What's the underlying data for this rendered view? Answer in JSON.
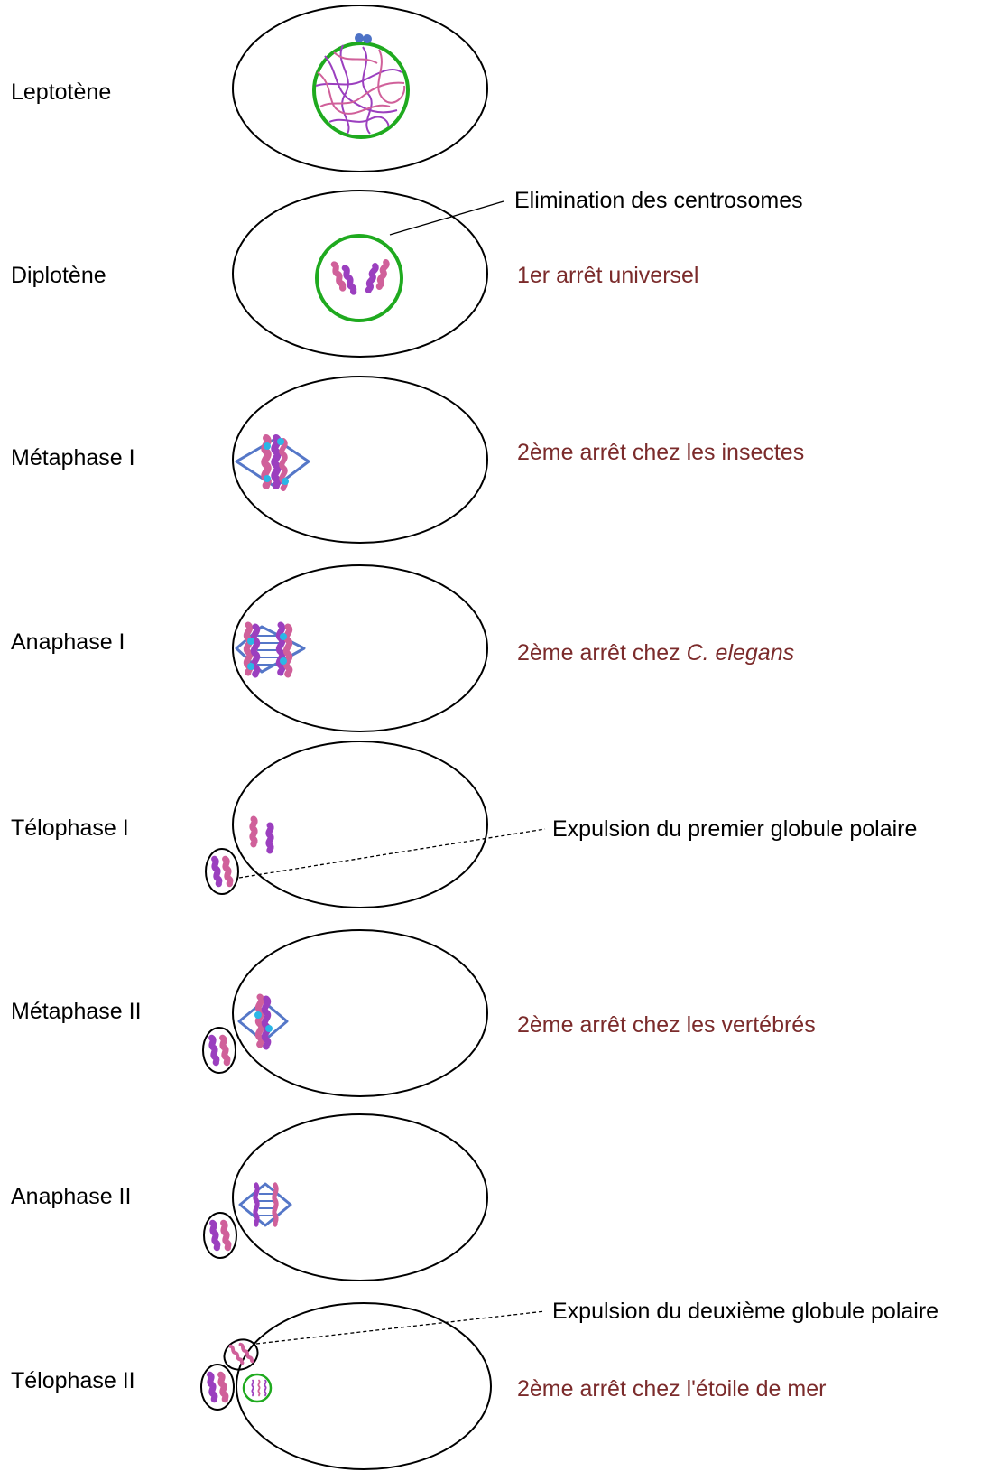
{
  "stages": [
    {
      "name": "Leptotène",
      "note": ""
    },
    {
      "name": "Diplotène",
      "note": "1er arrêt universel"
    },
    {
      "name": "Métaphase I",
      "note": "2ème arrêt chez les insectes"
    },
    {
      "name": "Anaphase I",
      "note_prefix": "2ème arrêt chez ",
      "note_italic": "C. elegans"
    },
    {
      "name": "Télophase I",
      "note": ""
    },
    {
      "name": "Métaphase II",
      "note": "2ème arrêt chez les vertébrés"
    },
    {
      "name": "Anaphase II",
      "note": ""
    },
    {
      "name": "Télophase II",
      "note": "2ème arrêt chez l'étoile de mer"
    }
  ],
  "annotations": {
    "centrosome_elimination": "Elimination des centrosomes",
    "first_polar_body": "Expulsion du premier globule polaire",
    "second_polar_body": "Expulsion du deuxième globule polaire"
  },
  "colors": {
    "note_text": "#7b2b2b",
    "nuclear_envelope": "#1faa1f",
    "spindle": "#5577c8",
    "kinetochore": "#2bb6e6",
    "chromatid_pink": "#d0609a",
    "chromatid_purple": "#9b3fbf"
  },
  "icons": {
    "centrosome": "centrosome-icon",
    "chromosome": "chromosome-icon",
    "spindle": "meiotic-spindle-icon"
  }
}
